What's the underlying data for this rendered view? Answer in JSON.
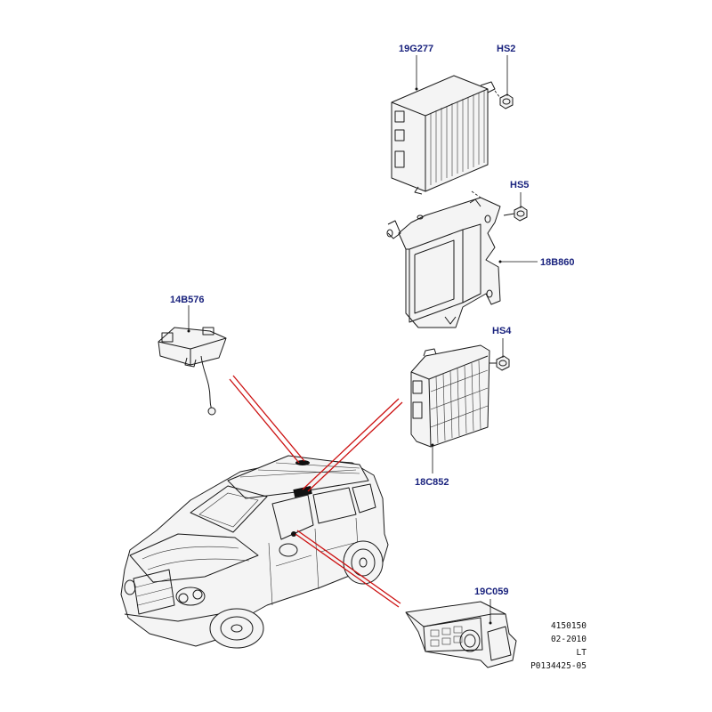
{
  "diagram": {
    "callouts": [
      {
        "id": "19g277",
        "label": "19G277"
      },
      {
        "id": "hs2",
        "label": "HS2"
      },
      {
        "id": "hs5",
        "label": "HS5"
      },
      {
        "id": "18b860",
        "label": "18B860"
      },
      {
        "id": "14b576",
        "label": "14B576"
      },
      {
        "id": "hs4",
        "label": "HS4"
      },
      {
        "id": "18c852",
        "label": "18C852"
      },
      {
        "id": "19c059",
        "label": "19C059"
      }
    ],
    "footer": {
      "line1": "4150150",
      "line2": "02-2010",
      "line3": "LT",
      "line4": "P0134425-05"
    },
    "colors": {
      "label": "#1a237e",
      "location_line": "#cc1111",
      "outline": "#1a1a1a"
    }
  }
}
